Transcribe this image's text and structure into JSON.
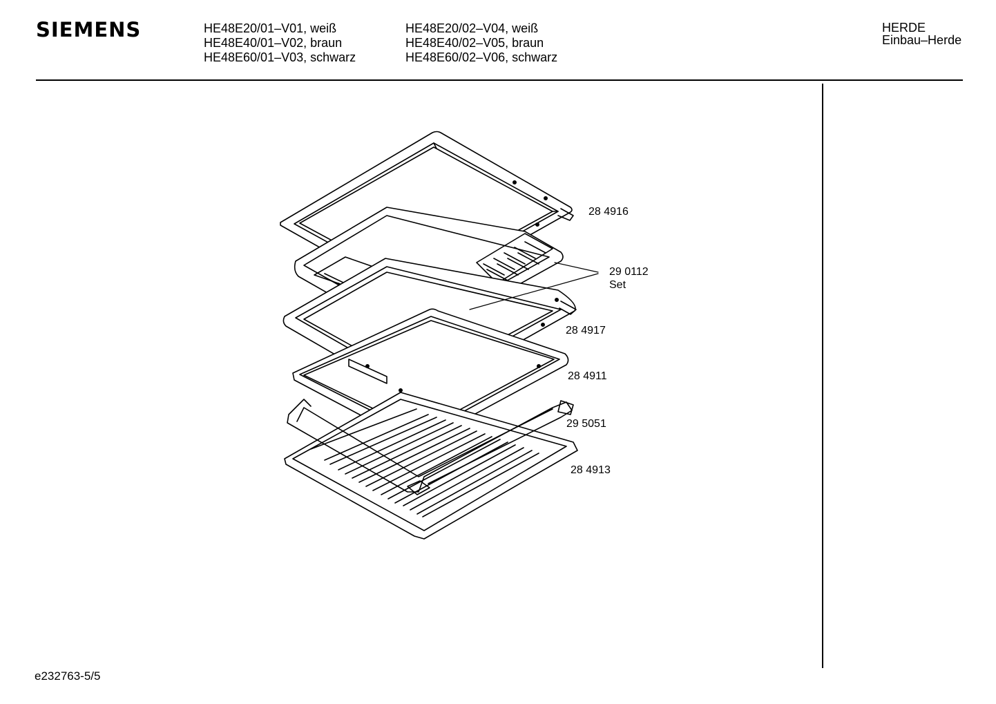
{
  "header": {
    "brand": "SIEMENS",
    "models_left": [
      "HE48E20/01–V01, weiß",
      "HE48E40/01–V02, braun",
      "HE48E60/01–V03, schwarz"
    ],
    "models_right": [
      "HE48E20/02–V04, weiß",
      "HE48E40/02–V05, braun",
      "HE48E60/02–V06, schwarz"
    ],
    "category": [
      "HERDE",
      "Einbau–Herde"
    ]
  },
  "parts": [
    {
      "number": "28 4916"
    },
    {
      "number": "29 0112",
      "note": "Set"
    },
    {
      "number": "28 4917"
    },
    {
      "number": "28 4911"
    },
    {
      "number": "29 5051"
    },
    {
      "number": "28 4913"
    }
  ],
  "footer": {
    "drawing_id": "e232763-5/5"
  }
}
